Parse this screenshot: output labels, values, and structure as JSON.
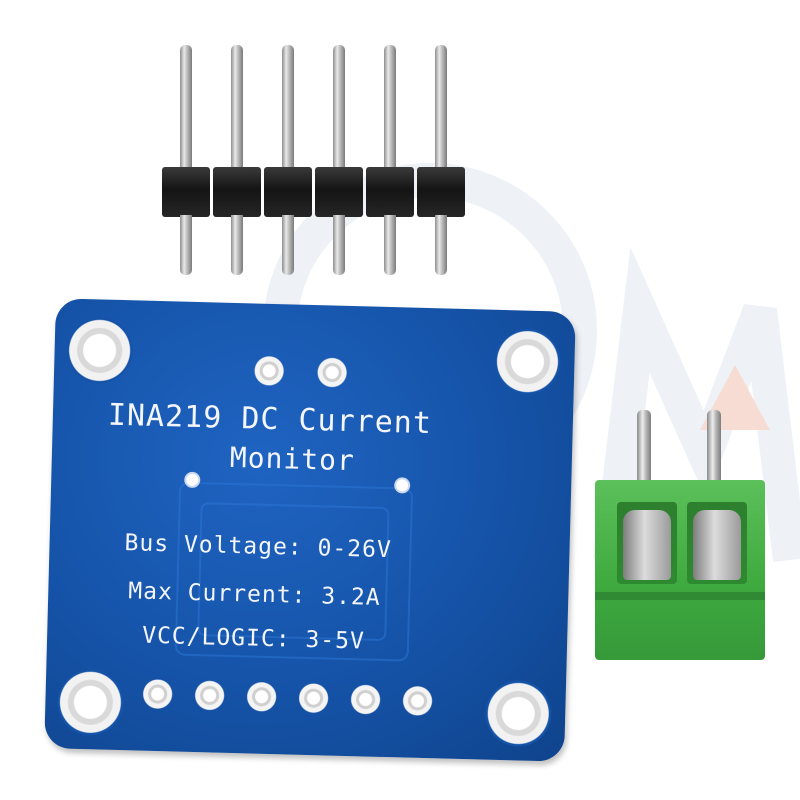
{
  "pcb": {
    "title_line1": "INA219 DC Current",
    "title_line2": "Monitor",
    "spec_bus_voltage": "Bus Voltage: 0-26V",
    "spec_max_current": "Max Current: 3.2A",
    "spec_vcc_logic": "VCC/LOGIC: 3-5V"
  },
  "colors": {
    "pcb_blue": "#1553a8",
    "silkscreen_white": "#f4f6fb",
    "terminal_green": "#3ea93e",
    "header_black": "#141414"
  },
  "icons": [
    "pin-header",
    "screw-terminal",
    "watermark-logo"
  ]
}
